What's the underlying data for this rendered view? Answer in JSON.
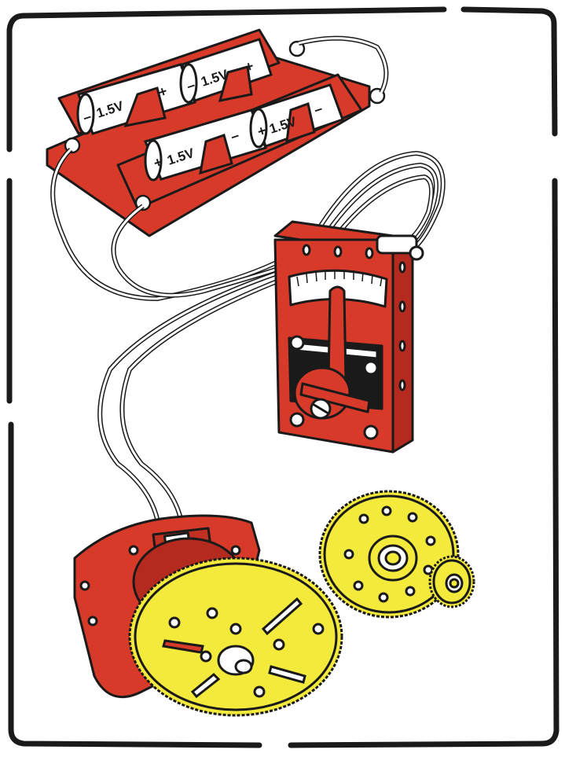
{
  "illustration": {
    "battery_labels": [
      "1.5V",
      "1.5V",
      "1.5V",
      "1.5V"
    ],
    "terminal_signs": {
      "plus": "+",
      "minus": "–"
    },
    "colors": {
      "red": "#d83a2a",
      "yellow": "#f4ea3c",
      "outline": "#1a1a1a",
      "background": "#ffffff",
      "battery": "#ffffff"
    },
    "components": [
      "battery-holder",
      "rheostat",
      "motor",
      "gear-train"
    ]
  }
}
